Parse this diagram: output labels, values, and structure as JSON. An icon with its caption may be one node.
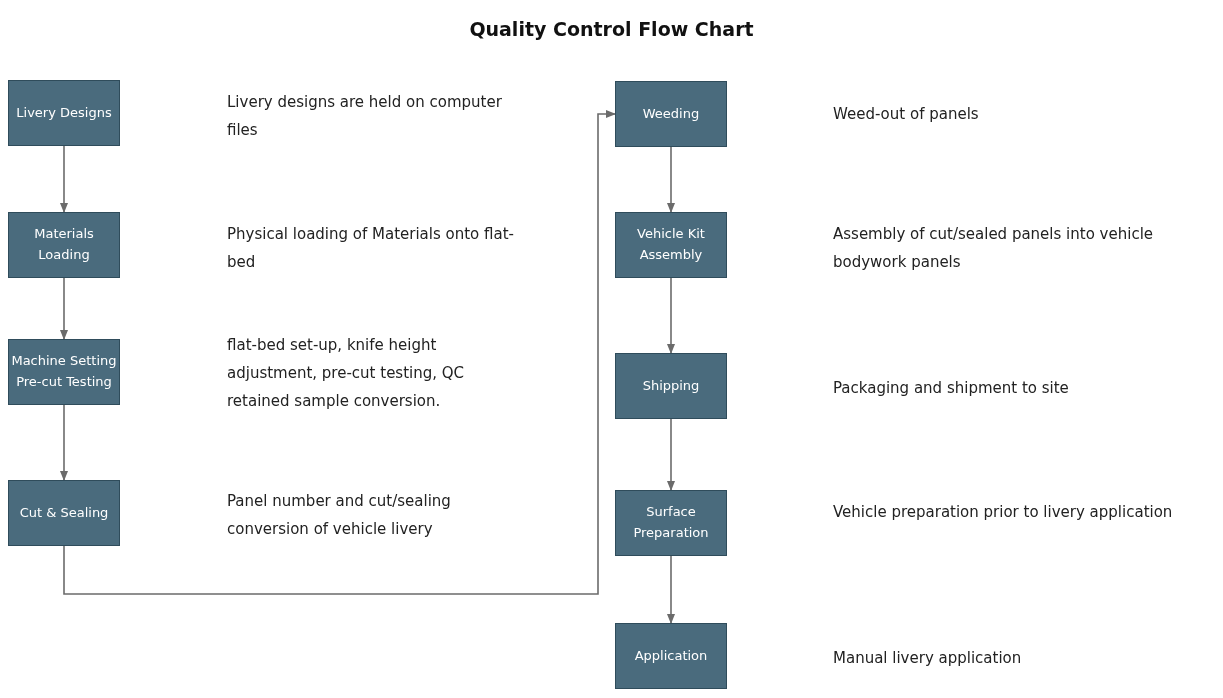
{
  "diagram": {
    "title": "Quality Control Flow Chart",
    "nodes": [
      {
        "text": [
          "Livery Designs"
        ]
      },
      {
        "text": [
          "Materials Loading"
        ]
      },
      {
        "text": [
          "Machine Setting Pre-cut Testing"
        ]
      },
      {
        "text": [
          "Cut & Sealing"
        ]
      },
      {
        "text": [
          "Weeding"
        ]
      },
      {
        "text": [
          "Vehicle Kit Assembly"
        ]
      },
      {
        "text": [
          "Shipping"
        ]
      },
      {
        "text": [
          "Surface Preparation"
        ]
      },
      {
        "text": [
          "Application"
        ]
      }
    ],
    "edges": [
      {
        "from": 0,
        "to": 1,
        "arrow": "to"
      },
      {
        "from": 1,
        "to": 2,
        "arrow": "to"
      },
      {
        "from": 2,
        "to": 3,
        "arrow": "to"
      },
      {
        "from": 3,
        "to": 4,
        "arrow": "to"
      },
      {
        "from": 4,
        "to": 5,
        "arrow": "to"
      },
      {
        "from": 5,
        "to": 6,
        "arrow": "to"
      },
      {
        "from": 6,
        "to": 7,
        "arrow": "to"
      },
      {
        "from": 7,
        "to": 8,
        "arrow": "to"
      }
    ],
    "labels": [
      "Livery designs are held on computer files",
      "Physical loading of Materials onto flat-bed",
      "flat-bed set-up, knife height adjustment, pre-cut testing, QC retained sample conversion.",
      "Panel number and cut/sealing conversion of vehicle livery",
      "Weed-out of panels",
      "Assembly of cut/sealed panels into vehicle bodywork panels",
      "Packaging and shipment to site",
      "Vehicle preparation prior to livery application",
      "Manual livery application"
    ]
  }
}
